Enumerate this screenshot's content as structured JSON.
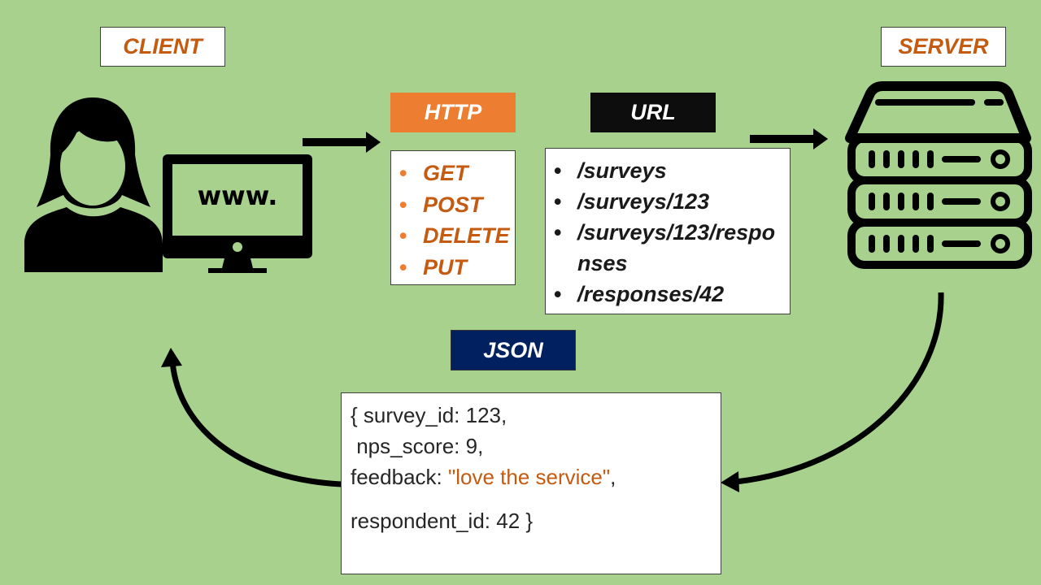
{
  "labels": {
    "client": "CLIENT",
    "server": "SERVER",
    "http": "HTTP",
    "url": "URL",
    "json": "JSON"
  },
  "monitor_text": "www.",
  "http_methods": [
    "GET",
    "POST",
    "DELETE",
    "PUT"
  ],
  "urls": [
    "/surveys",
    "/surveys/123",
    "/surveys/123/responses",
    "/responses/42"
  ],
  "json_payload": {
    "line1": "{ survey_id: 123,",
    "line2": " nps_score: 9,",
    "line3_key": "feedback: ",
    "line3_value": "\"love the service\"",
    "line3_tail": ",",
    "line4": "respondent_id: 42 }"
  },
  "colors": {
    "background": "#a9d18e",
    "accent_orange": "#c55a11",
    "http_fill": "#ed7d31",
    "url_fill": "#0d0d0d",
    "json_fill": "#002060"
  },
  "icons": [
    "user-icon",
    "monitor-icon",
    "server-icon"
  ]
}
